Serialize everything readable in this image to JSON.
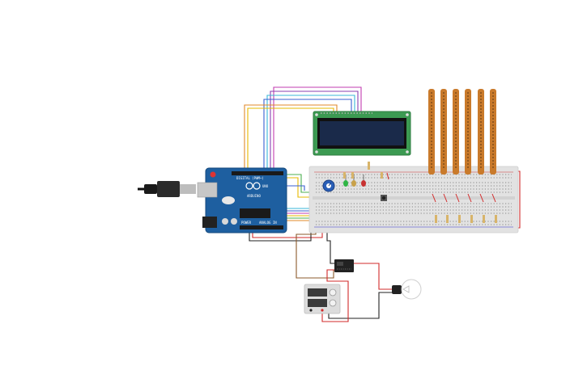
{
  "board": {
    "logo_text": "UNO",
    "brand_text": "ARDUINO",
    "analog_label": "ANALOG IN",
    "power_label": "POWER",
    "digital_label": "DIGITAL (PWM~)"
  },
  "lcd": {
    "line1": "",
    "line2": ""
  },
  "sensors": {
    "count": 6
  },
  "icons": {
    "usb": "usb-cable-icon",
    "bulb": "light-bulb-icon",
    "relay": "relay-module-icon",
    "supply": "power-supply-icon",
    "pot": "potentiometer-icon",
    "button": "push-button-icon"
  },
  "colors": {
    "board": "#1e5fa0",
    "lcd_frame": "#3c9a52",
    "lcd_screen": "#1a2a4a",
    "breadboard": "#e2e2e2",
    "sensor": "#c97a2b",
    "wire_red": "#d22a2a",
    "wire_black": "#222222",
    "wire_magenta": "#c23cb0",
    "wire_yellow": "#e6b800",
    "wire_cyan": "#3ab7d8",
    "wire_green": "#4caf50",
    "wire_blue": "#3a5fd0",
    "wire_orange": "#e08a2a",
    "wire_brown": "#8b5a2b"
  }
}
